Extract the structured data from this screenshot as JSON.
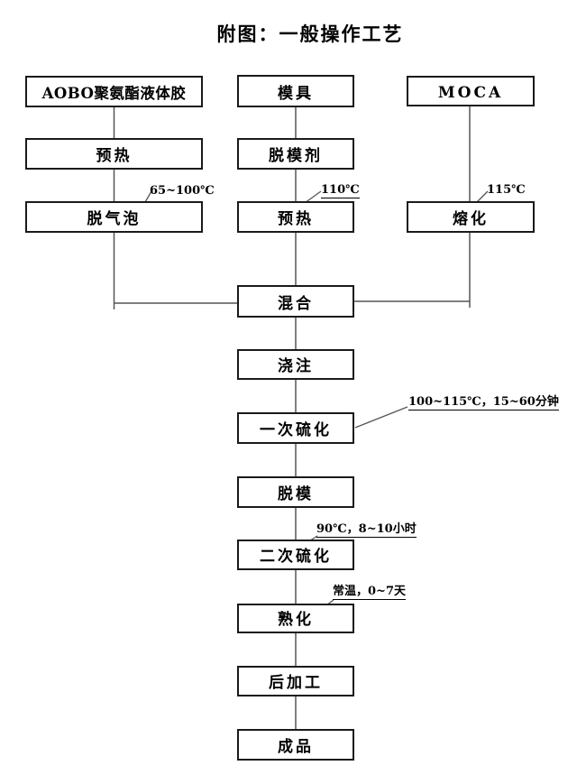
{
  "title": "附图：一般操作工艺",
  "flowchart": {
    "nodes": {
      "aobo": {
        "label": "AOBO聚氨酯液体胶"
      },
      "preheat_left": {
        "label": "预热"
      },
      "degas": {
        "label": "脱气泡"
      },
      "mold": {
        "label": "模具"
      },
      "release_agent": {
        "label": "脱模剂"
      },
      "preheat_mid": {
        "label": "预热"
      },
      "moca": {
        "label": "MOCA"
      },
      "melt": {
        "label": "熔化"
      },
      "mix": {
        "label": "混合"
      },
      "pour": {
        "label": "浇注"
      },
      "cure_first": {
        "label": "一次硫化"
      },
      "demold": {
        "label": "脱模"
      },
      "cure_second": {
        "label": "二次硫化"
      },
      "aging": {
        "label": "熟化"
      },
      "post_process": {
        "label": "后加工"
      },
      "product": {
        "label": "成品"
      }
    },
    "annotations": {
      "degas_temp": "65~100℃",
      "preheat_temp": "110℃",
      "melt_temp": "115℃",
      "cure1_cond": "100~115℃，15~60分钟",
      "cure2_cond": "90℃，8~10小时",
      "aging_cond": "常温，0~7天"
    },
    "colors": {
      "box_border": "#1a1a1a",
      "connector": "#555555",
      "text": "#000000",
      "background": "#ffffff"
    }
  }
}
